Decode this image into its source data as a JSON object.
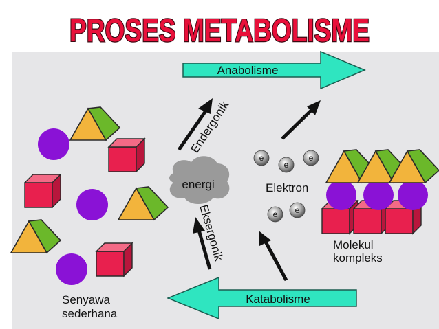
{
  "title": "PROSES METABOLISME",
  "anabolism_label": "Anabolisme",
  "catabolism_label": "Katabolisme",
  "endergonic_label": "Endergonik",
  "exergonic_label": "Eksergonik",
  "energy_label": "energi",
  "electron_label": "Elektron",
  "electron_symbol": "e",
  "simple_compounds_label": [
    "Senyawa",
    "sederhana"
  ],
  "complex_molecule_label": [
    "Molekul",
    "kompleks"
  ],
  "colors": {
    "title_fill": "#e8103a",
    "title_outline": "#3a0a12",
    "arrow_fill": "#2fe5c0",
    "arrow_stroke": "#1b5d50",
    "circle": "#8a12d6",
    "cube_front": "#e8204e",
    "cube_top": "#f36a86",
    "cube_side": "#b8163c",
    "triangle_orange": "#f2b43c",
    "triangle_green": "#6bb82a",
    "energy_cloud": "#9a9a9a"
  }
}
